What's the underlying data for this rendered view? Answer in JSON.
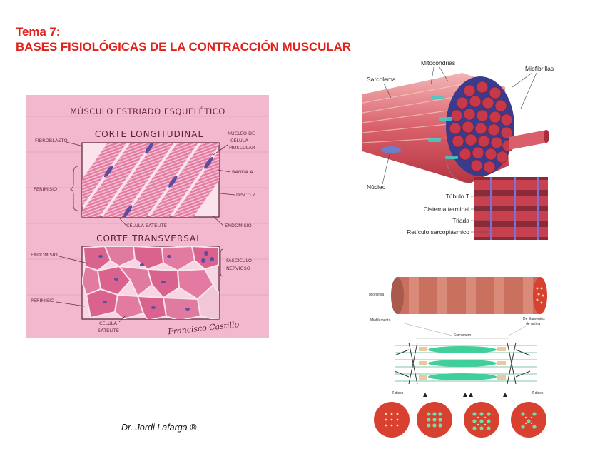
{
  "header": {
    "line1": "Tema 7:",
    "line2": "BASES FISIOLÓGICAS DE LA CONTRACCIÓN MUSCULAR"
  },
  "left_figure": {
    "main_title": "MÚSCULO ESTRIADO ESQUELÉTICO",
    "section_long": "CORTE LONGITUDINAL",
    "section_trans": "CORTE TRANSVERSAL",
    "labels": {
      "fibroblasto": "FIBROBLASTO",
      "nucleo_1": "NÚCLEO DE",
      "nucleo_2": "CÉLULA",
      "nucleo_3": "MUSCULAR",
      "banda_a": "BANDA A",
      "perimisio": "PERIMISIO",
      "disco_z": "DISCO Z",
      "celula_satelite_1": "CÉLULA SATÉLITE",
      "endomisio_1": "ENDOMISIO",
      "endomisio_2": "ENDOMISIO",
      "fasciculo_1": "FASCÍCULO",
      "fasciculo_2": "NERVIOSO",
      "perimisio_2": "PERIMISIO",
      "celula_satelite_2a": "CÉLULA",
      "celula_satelite_2b": "SATÉLITE",
      "signature": "Francisco Castillo"
    }
  },
  "fiber_figure": {
    "labels": {
      "mitocondrias": "Mitocondrias",
      "sarcolema": "Sarcolema",
      "miofibrillas": "Miofibrillas",
      "nucleo": "Núcleo",
      "tubulo_t": "Túbulo T",
      "cisterna": "Cisterna terminal",
      "triada": "Triada",
      "reticulo": "Retículo sarcoplásmico"
    }
  },
  "sarcomere_figure": {
    "labels": {
      "miofibrilla": "Miofibrilla",
      "miofilamento": "Miofilamento",
      "filamentos_1": "De filamentos",
      "filamentos_2": "de actina",
      "sarcomero": "Sarcomero",
      "z_disco_left": "Z-disco",
      "z_disco_right": "Z-disco"
    }
  },
  "footer": {
    "author": "Dr. Jordi Lafarga ®"
  },
  "colors": {
    "title_red": "#e0221b",
    "panel_pink": "#f2b8cd",
    "fiber_red": "#c23a48",
    "filament_green": "#3fcf9a"
  }
}
